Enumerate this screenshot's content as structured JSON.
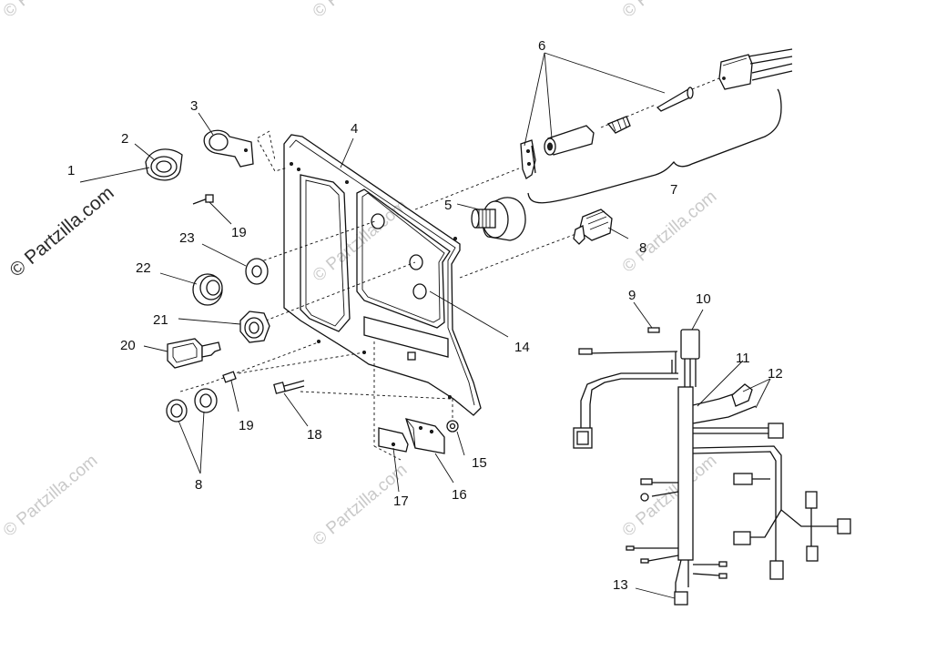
{
  "watermark": {
    "text": "© Partzilla.com",
    "brand": "Partzilla.com",
    "color": "#c9c9c9"
  },
  "callouts": {
    "c1": "1",
    "c2": "2",
    "c3": "3",
    "c4": "4",
    "c5": "5",
    "c6": "6",
    "c7": "7",
    "c8a": "8",
    "c8b": "8",
    "c9": "9",
    "c10": "10",
    "c11": "11",
    "c12": "12",
    "c13": "13",
    "c14": "14",
    "c15": "15",
    "c16": "16",
    "c17": "17",
    "c18": "18",
    "c19a": "19",
    "c19b": "19",
    "c20": "20",
    "c21": "21",
    "c22": "22",
    "c23": "23"
  },
  "icons": {
    "panel": "dash-panel-plate",
    "switch": "toggle-switch-icon",
    "harness": "wiring-harness"
  }
}
